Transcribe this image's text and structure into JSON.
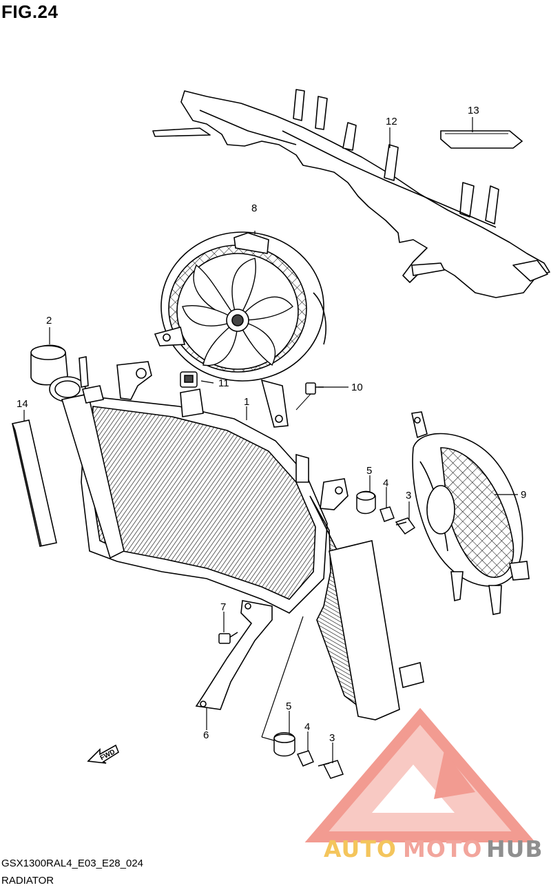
{
  "figure_title": "FIG.24",
  "callouts": {
    "c1": "1",
    "c2": "2",
    "c3a": "3",
    "c3b": "3",
    "c4a": "4",
    "c4b": "4",
    "c5a": "5",
    "c5b": "5",
    "c6": "6",
    "c7": "7",
    "c8": "8",
    "c9": "9",
    "c10": "10",
    "c11": "11",
    "c12": "12",
    "c13": "13",
    "c14": "14"
  },
  "fwd_label": "FWD",
  "footer": {
    "model_code": "GSX1300RAL4_E03_E28_024",
    "diagram_name": "RADIATOR"
  },
  "watermark": {
    "part1": "AUTO",
    "part2": "MOTO",
    "part3": "HUB",
    "colors": {
      "auto": "#f4c55c",
      "moto": "#f2a59c",
      "hub": "#8f8f8f",
      "logo": "#f08a7e"
    }
  }
}
